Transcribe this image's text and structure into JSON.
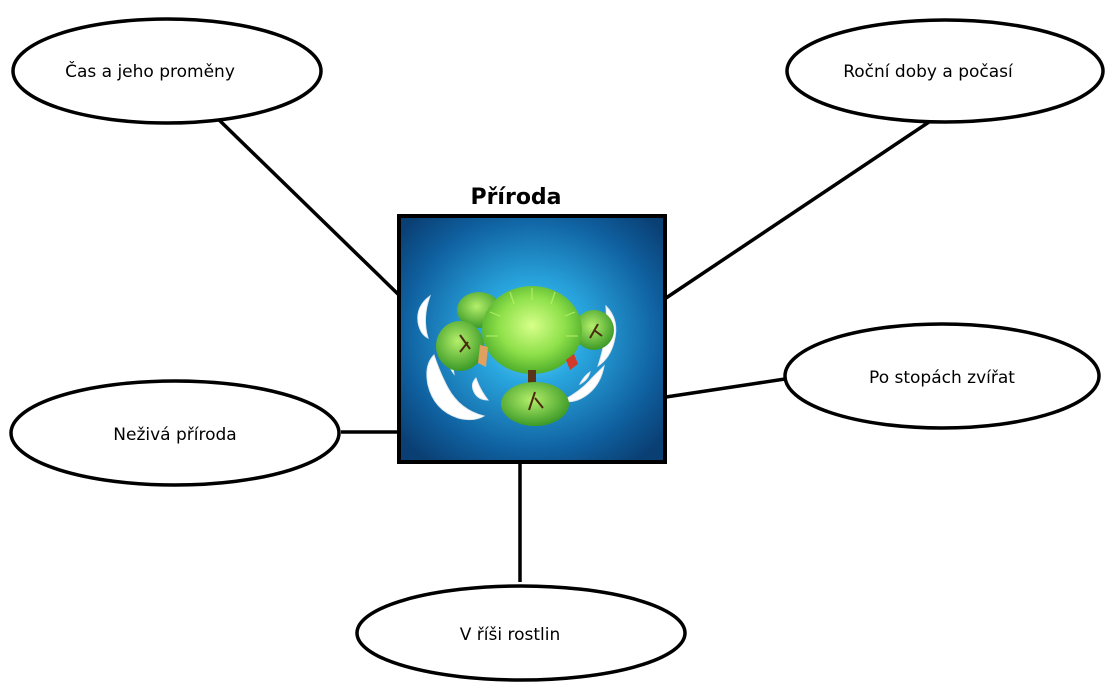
{
  "center": {
    "title": "Příroda",
    "image": "globe-with-trees-illustration"
  },
  "nodes": [
    {
      "id": "cas",
      "label": "Čas a jeho proměny"
    },
    {
      "id": "rocni",
      "label": "Roční doby a počasí"
    },
    {
      "id": "stopy",
      "label": "Po stopách zvířat"
    },
    {
      "id": "nezivá",
      "label": "Neživá příroda"
    },
    {
      "id": "rostliny",
      "label": "V říši rostlin"
    }
  ],
  "colors": {
    "stroke": "#000000",
    "ocean_dark": "#0d4f8a",
    "ocean_light": "#2aa8e0",
    "grass": "#8ee04a",
    "tree": "#5fb83a",
    "cloud": "#ffffff"
  }
}
